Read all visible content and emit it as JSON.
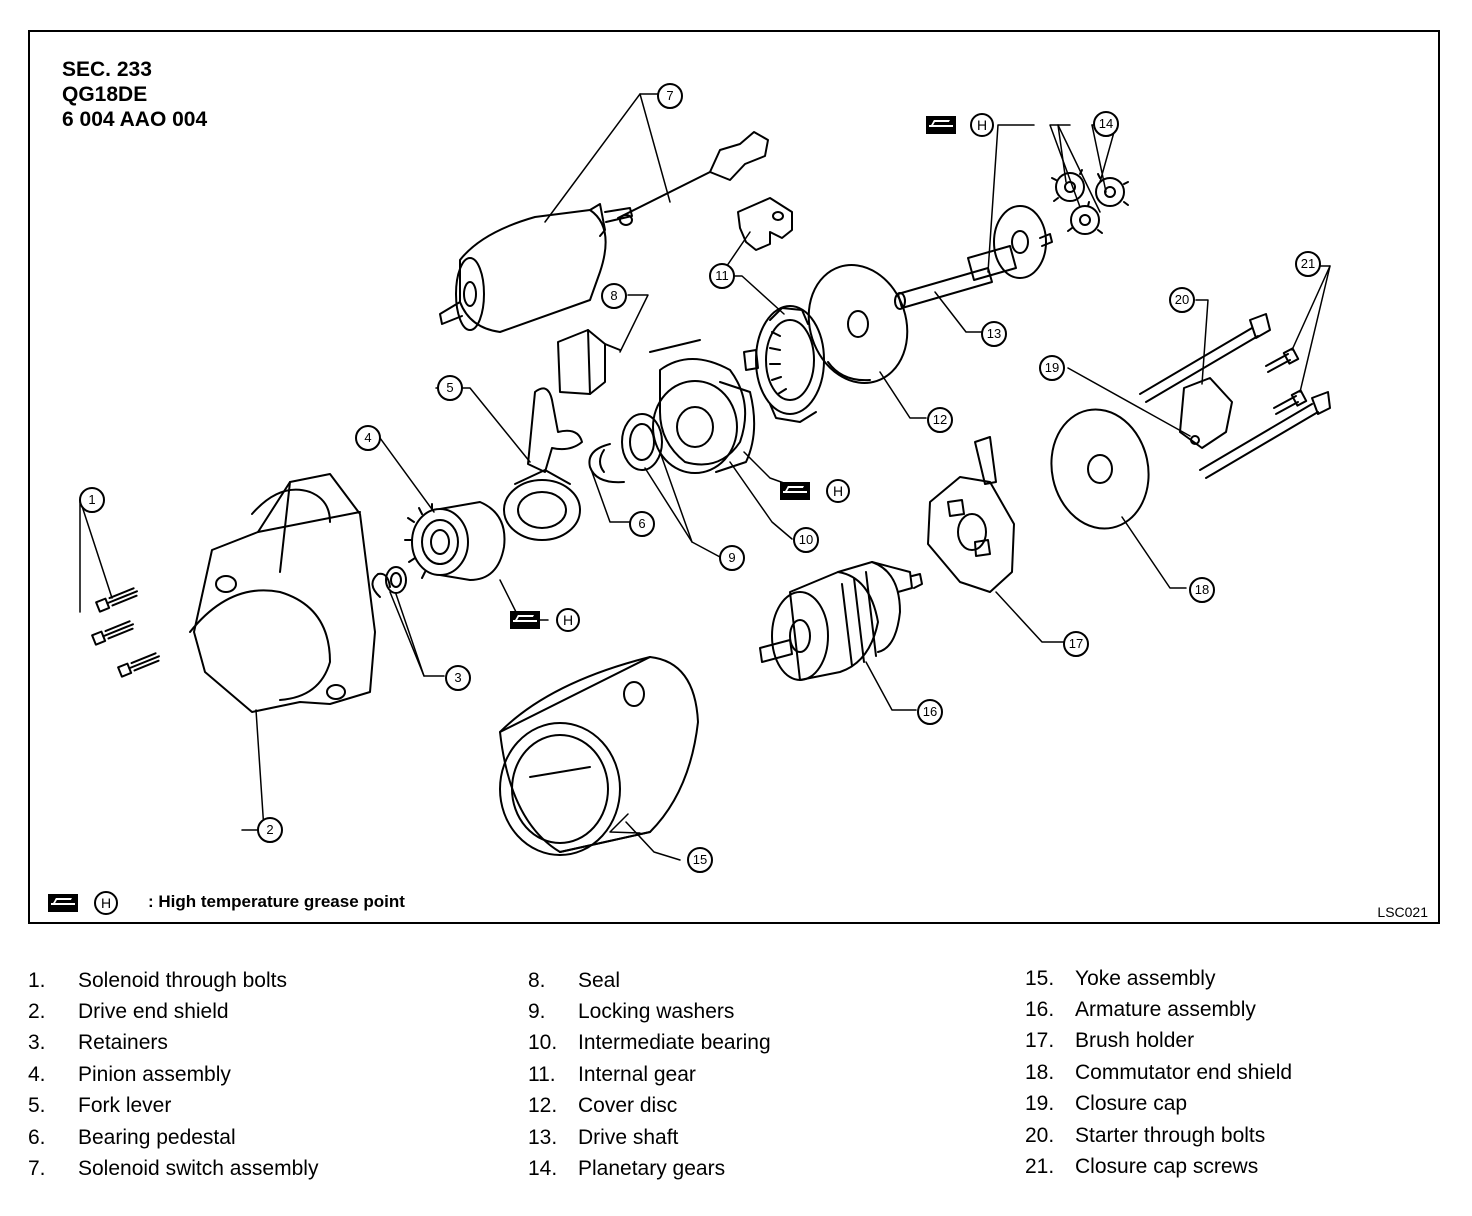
{
  "header": {
    "section": "SEC. 233",
    "engine": "QG18DE",
    "part_code": "6 004 AAO 004"
  },
  "grease_note": {
    "symbol": "H",
    "text": ": High temperature grease point"
  },
  "figure_code": "LSC021",
  "callouts": [
    {
      "num": "1"
    },
    {
      "num": "2"
    },
    {
      "num": "3"
    },
    {
      "num": "4"
    },
    {
      "num": "5"
    },
    {
      "num": "6"
    },
    {
      "num": "7"
    },
    {
      "num": "8"
    },
    {
      "num": "9"
    },
    {
      "num": "10"
    },
    {
      "num": "11"
    },
    {
      "num": "12"
    },
    {
      "num": "13"
    },
    {
      "num": "14"
    },
    {
      "num": "15"
    },
    {
      "num": "16"
    },
    {
      "num": "17"
    },
    {
      "num": "18"
    },
    {
      "num": "19"
    },
    {
      "num": "20"
    },
    {
      "num": "21"
    }
  ],
  "legend": [
    {
      "num": "1.",
      "label": "Solenoid through bolts"
    },
    {
      "num": "2.",
      "label": "Drive end shield"
    },
    {
      "num": "3.",
      "label": "Retainers"
    },
    {
      "num": "4.",
      "label": "Pinion assembly"
    },
    {
      "num": "5.",
      "label": "Fork lever"
    },
    {
      "num": "6.",
      "label": "Bearing pedestal"
    },
    {
      "num": "7.",
      "label": "Solenoid switch assembly"
    },
    {
      "num": "8.",
      "label": "Seal"
    },
    {
      "num": "9.",
      "label": "Locking washers"
    },
    {
      "num": "10.",
      "label": "Intermediate bearing"
    },
    {
      "num": "11.",
      "label": "Internal gear"
    },
    {
      "num": "12.",
      "label": "Cover disc"
    },
    {
      "num": "13.",
      "label": "Drive shaft"
    },
    {
      "num": "14.",
      "label": "Planetary gears"
    },
    {
      "num": "15.",
      "label": "Yoke assembly"
    },
    {
      "num": "16.",
      "label": "Armature assembly"
    },
    {
      "num": "17.",
      "label": "Brush holder"
    },
    {
      "num": "18.",
      "label": "Commutator end shield"
    },
    {
      "num": "19.",
      "label": "Closure cap"
    },
    {
      "num": "20.",
      "label": "Starter through bolts"
    },
    {
      "num": "21.",
      "label": "Closure cap screws"
    }
  ]
}
